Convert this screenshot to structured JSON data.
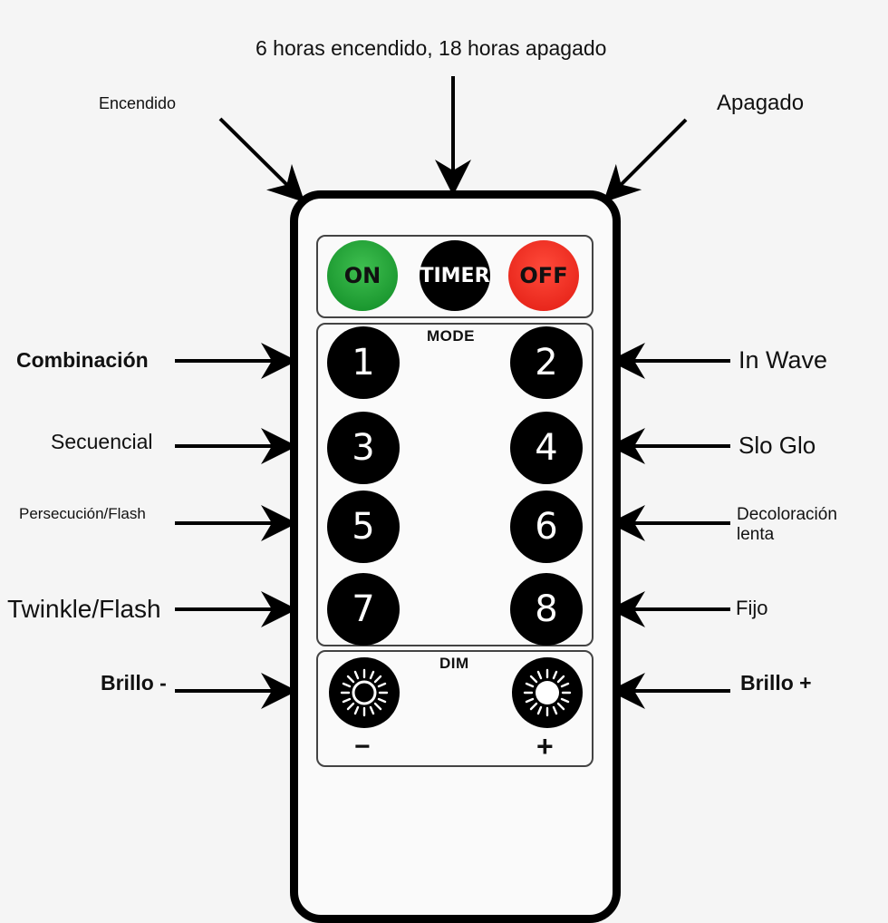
{
  "annotations": {
    "top_center": "6 horas encendido, 18 horas apagado",
    "top_left": "Encendido",
    "top_right": "Apagado",
    "mode_1": "Combinación",
    "mode_2": "In Wave",
    "mode_3": "Secuencial",
    "mode_4": "Slo Glo",
    "mode_5": "Persecución/Flash",
    "mode_6_line1": "Decoloración",
    "mode_6_line2": "lenta",
    "mode_7": "Twinkle/Flash",
    "mode_8": "Fijo",
    "dim_minus": "Brillo -",
    "dim_plus": "Brillo +"
  },
  "remote": {
    "top_buttons": {
      "on": "ON",
      "timer": "TIMER",
      "off": "OFF"
    },
    "mode_panel": {
      "title": "MODE",
      "buttons": [
        "1",
        "2",
        "3",
        "4",
        "5",
        "6",
        "7",
        "8"
      ]
    },
    "dim_panel": {
      "title": "DIM",
      "minus": "−",
      "plus": "+",
      "minus_icon": "sun-outline-icon",
      "plus_icon": "sun-filled-icon"
    }
  },
  "colors": {
    "on": "#1a9b32",
    "off": "#ff2a1e",
    "button": "#000000",
    "background": "#f5f5f5"
  }
}
